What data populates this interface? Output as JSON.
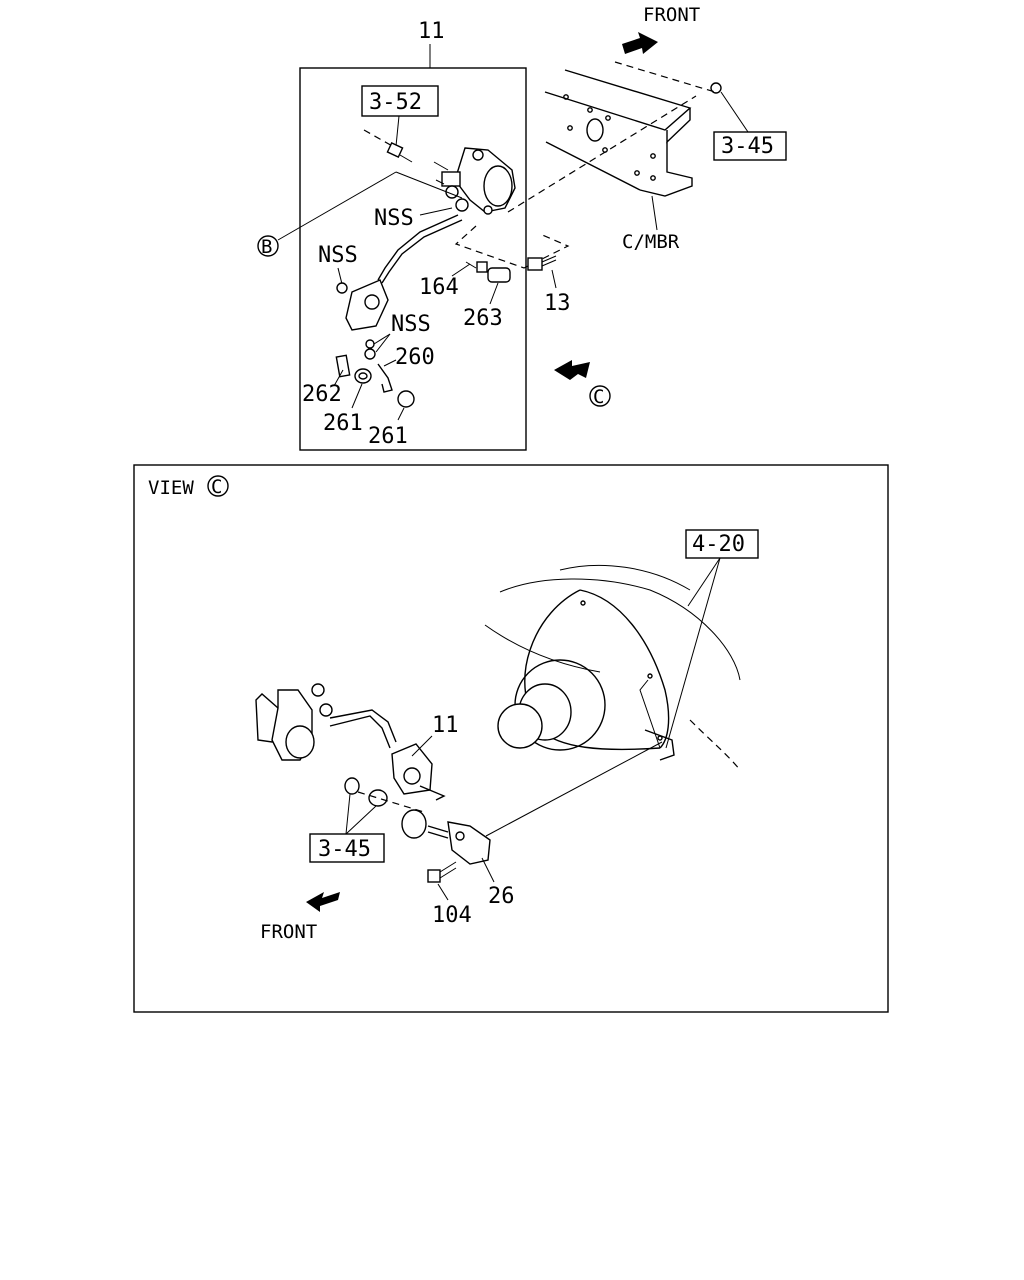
{
  "top": {
    "group_label": "11",
    "ref_3_52": "3-52",
    "ref_3_45": "3-45",
    "front": "FRONT",
    "cmbr": "C/MBR",
    "callout_b": "B",
    "callout_c": "C",
    "nss_1": "NSS",
    "nss_2": "NSS",
    "nss_3": "NSS",
    "p164": "164",
    "p263": "263",
    "p13": "13",
    "p260": "260",
    "p262": "262",
    "p261a": "261",
    "p261b": "261"
  },
  "view": {
    "title": "VIEW",
    "title_callout": "C",
    "ref_4_20": "4-20",
    "p11": "11",
    "ref_3_45": "3-45",
    "p104": "104",
    "p26": "26",
    "front": "FRONT"
  }
}
